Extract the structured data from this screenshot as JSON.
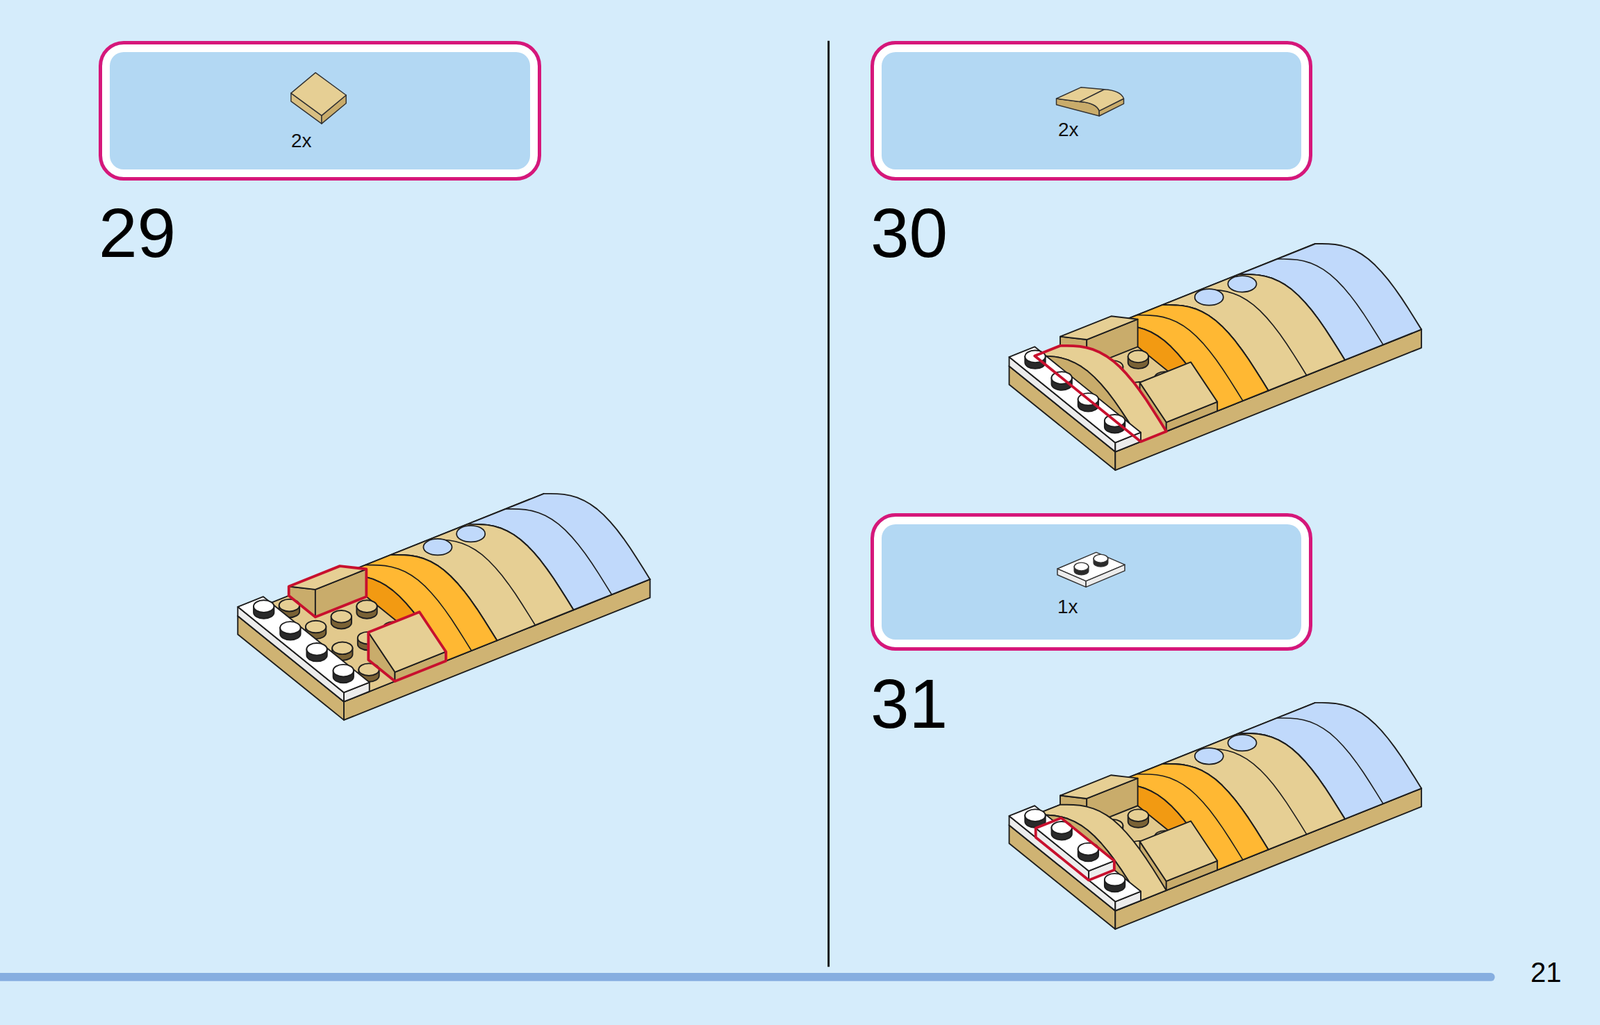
{
  "diagram": {
    "nodes": [
      {
        "text": [
          "2x"
        ]
      },
      {
        "text": [
          "2x"
        ]
      },
      {
        "text": [
          "1x"
        ]
      }
    ],
    "labels": [
      "29",
      "30",
      "31",
      "21"
    ]
  }
}
